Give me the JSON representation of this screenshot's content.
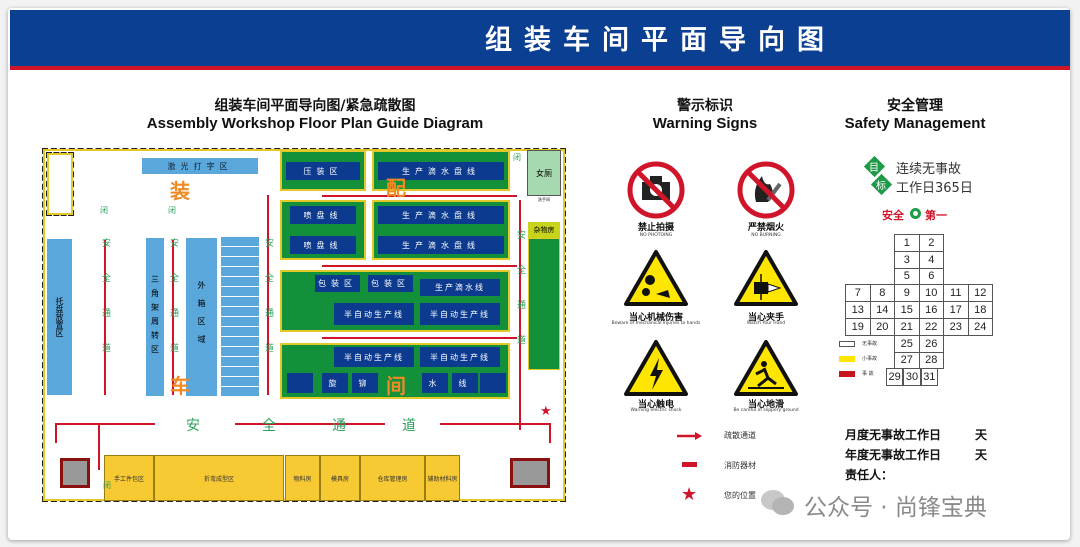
{
  "header": {
    "title": "组装车间平面导向图"
  },
  "floor_plan": {
    "title_cn": "组装车间平面导向图/紧急疏散图",
    "title_en": "Assembly Workshop Floor Plan Guide Diagram",
    "big_chars": [
      "装",
      "配",
      "车",
      "间"
    ],
    "zones": {
      "laser": "激光打字区",
      "pallet": "托盘放置区",
      "tripod": "三角架周转区",
      "carton": "外箱区域",
      "press": "压装区",
      "drip_line": "生产滴水盘线",
      "spray": "喷盘线",
      "pack": "包装区",
      "drip_water": "生产滴水线",
      "semi_auto": "半自动生产线",
      "rivet_row": [
        "旋",
        "铆",
        "水",
        "线"
      ],
      "toilet": "女厕",
      "sink": "洗手间",
      "storage": "杂物房",
      "manual": "手工件包区",
      "bend": "折弯成型区",
      "room1": "物料房",
      "room2": "模具房",
      "room3": "仓库管理房",
      "room4": "辅助材料房"
    },
    "aisle": [
      "安",
      "全",
      "通",
      "道"
    ],
    "vertical_aisle": "安全通道",
    "door": "闭"
  },
  "warning": {
    "title_cn": "警示标识",
    "title_en": "Warning Signs",
    "signs": [
      {
        "cn": "禁止拍摄",
        "en": "NO PHOTOING",
        "icon": "no-camera"
      },
      {
        "cn": "严禁烟火",
        "en": "NO BURNING",
        "icon": "no-fire"
      },
      {
        "cn": "当心机械伤害",
        "en": "Beware of mechanical injuries to hands",
        "icon": "gears"
      },
      {
        "cn": "当心夹手",
        "en": "Watch Your Hand",
        "icon": "pinch-hand"
      },
      {
        "cn": "当心触电",
        "en": "Warning electric shock",
        "icon": "lightning"
      },
      {
        "cn": "当心地滑",
        "en": "Be careful of slippery ground",
        "icon": "slip"
      }
    ],
    "legend": [
      {
        "label": "疏散通道"
      },
      {
        "label": "消防器材"
      },
      {
        "label": "您的位置"
      }
    ]
  },
  "safety": {
    "title_cn": "安全管理",
    "title_en": "Safety Management",
    "goal_badge": [
      "目",
      "标"
    ],
    "goal_line1": "连续无事故",
    "goal_line2": "工作日365日",
    "slogan_left": "安全",
    "slogan_right": "第一",
    "days": [
      "1",
      "2",
      "3",
      "4",
      "5",
      "6",
      "7",
      "8",
      "9",
      "10",
      "11",
      "12",
      "13",
      "14",
      "15",
      "16",
      "17",
      "18",
      "19",
      "20",
      "21",
      "22",
      "23",
      "24",
      "25",
      "26",
      "27",
      "28",
      "29",
      "30",
      "31"
    ],
    "legend": [
      {
        "label": "无事故",
        "color": "#ffffff"
      },
      {
        "label": "小事故",
        "color": "#ffe600"
      },
      {
        "label": "事 故",
        "color": "#c8141e"
      }
    ],
    "monthly": "月度无事故工作日",
    "yearly": "年度无事故工作日",
    "unit": "天",
    "owner": "责任人："
  },
  "watermark": "公众号 · 尚锋宝典",
  "colors": {
    "header": "#0b3f92",
    "accent_red": "#d0142a",
    "zone_green": "#12903a",
    "zone_blue": "#5aa7dc"
  }
}
